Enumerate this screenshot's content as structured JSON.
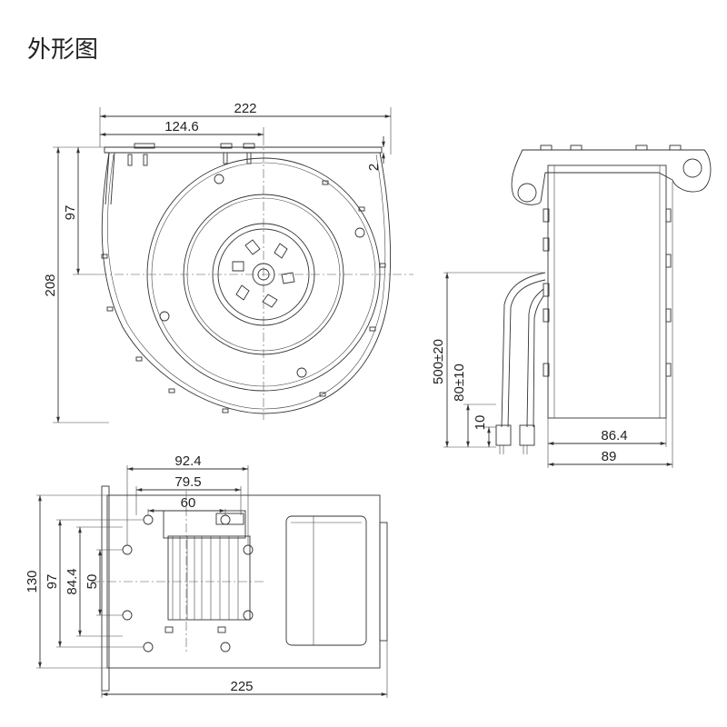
{
  "title": "外形图",
  "front_view": {
    "width": "222",
    "width_to_center": "124.6",
    "height": "208",
    "height_to_center": "97",
    "flange_thickness": "2"
  },
  "side_view": {
    "cable_length": "500±20",
    "cable_strip": "80±10",
    "wire_end": "10",
    "depth_inner": "86.4",
    "depth": "89"
  },
  "bottom_view": {
    "hole_span_outer": "92.4",
    "hole_span_mid": "79.5",
    "hole_span_inner": "60",
    "height": "130",
    "hole_height_outer": "97",
    "hole_height_mid": "84.4",
    "hole_height_inner": "50",
    "length": "225"
  }
}
